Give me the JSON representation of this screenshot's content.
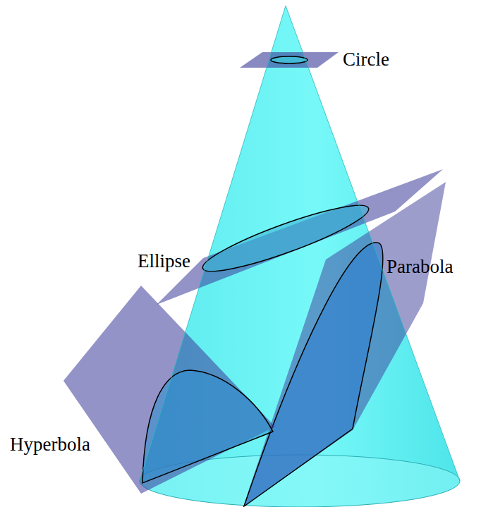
{
  "diagram": {
    "labels": [
      "Circle",
      "Ellipse",
      "Parabola",
      "Hyperbola"
    ]
  }
}
